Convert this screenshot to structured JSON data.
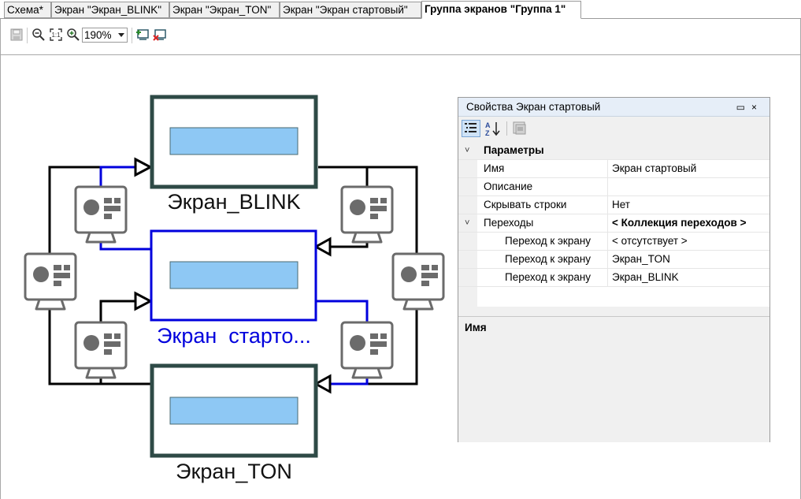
{
  "tabs": [
    {
      "label": "Схема*"
    },
    {
      "label": "Экран \"Экран_BLINK\""
    },
    {
      "label": "Экран \"Экран_TON\""
    },
    {
      "label": "Экран \"Экран стартовый\""
    },
    {
      "label": "Группа экранов \"Группа 1\"",
      "active": true
    }
  ],
  "toolbar": {
    "zoom_value": "190%"
  },
  "diagram": {
    "screens": [
      {
        "name": "Экран_BLINK"
      },
      {
        "name": "Экран  старто..."
      },
      {
        "name": "Экран_TON"
      }
    ]
  },
  "properties": {
    "title": "Свойства Экран стартовый",
    "title_buttons": "▭×",
    "category": "Параметры",
    "rows": [
      {
        "name": "Имя",
        "value": "Экран стартовый"
      },
      {
        "name": "Описание",
        "value": ""
      },
      {
        "name": "Скрывать строки",
        "value": "Нет"
      },
      {
        "name": "Переходы",
        "value": "< Коллекция переходов >"
      },
      {
        "name": "Переход к экрану",
        "value": "< отсутствует >"
      },
      {
        "name": "Переход к экрану",
        "value": "Экран_TON"
      },
      {
        "name": "Переход к экрану",
        "value": "Экран_BLINK"
      }
    ],
    "description_title": "Имя"
  },
  "colors": {
    "screen_border": "#2e4a46",
    "selected_border": "#0000dd",
    "screen_fill": "#8ec8f4",
    "icon": "#6b6b6b"
  }
}
